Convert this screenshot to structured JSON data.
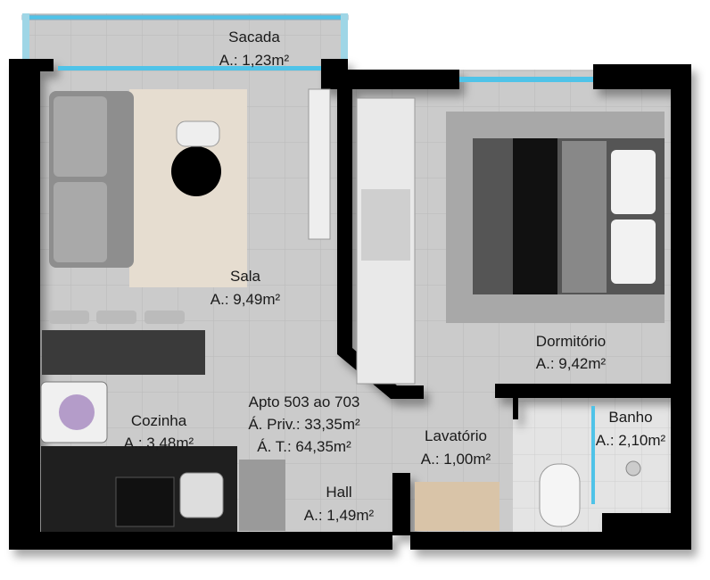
{
  "apartment": {
    "title": "Apto 503 ao 703",
    "private_area": "Á. Priv.: 33,35m²",
    "total_area": "Á. T.: 64,35m²"
  },
  "rooms": {
    "sacada": {
      "name": "Sacada",
      "area": "A.: 1,23m²"
    },
    "sala": {
      "name": "Sala",
      "area": "A.: 9,49m²"
    },
    "dormitorio": {
      "name": "Dormitório",
      "area": "A.: 9,42m²"
    },
    "cozinha": {
      "name": "Cozinha",
      "area": "A.: 3,48m²"
    },
    "hall": {
      "name": "Hall",
      "area": "A.: 1,49m²"
    },
    "lavatorio": {
      "name": "Lavatório",
      "area": "A.: 1,00m²"
    },
    "banho": {
      "name": "Banho",
      "area": "A.: 2,10m²"
    }
  },
  "colors": {
    "wall": "#000000",
    "floor": "#c9c9c9",
    "glass": "#4fc3e8",
    "counter": "#2b2b2b"
  }
}
